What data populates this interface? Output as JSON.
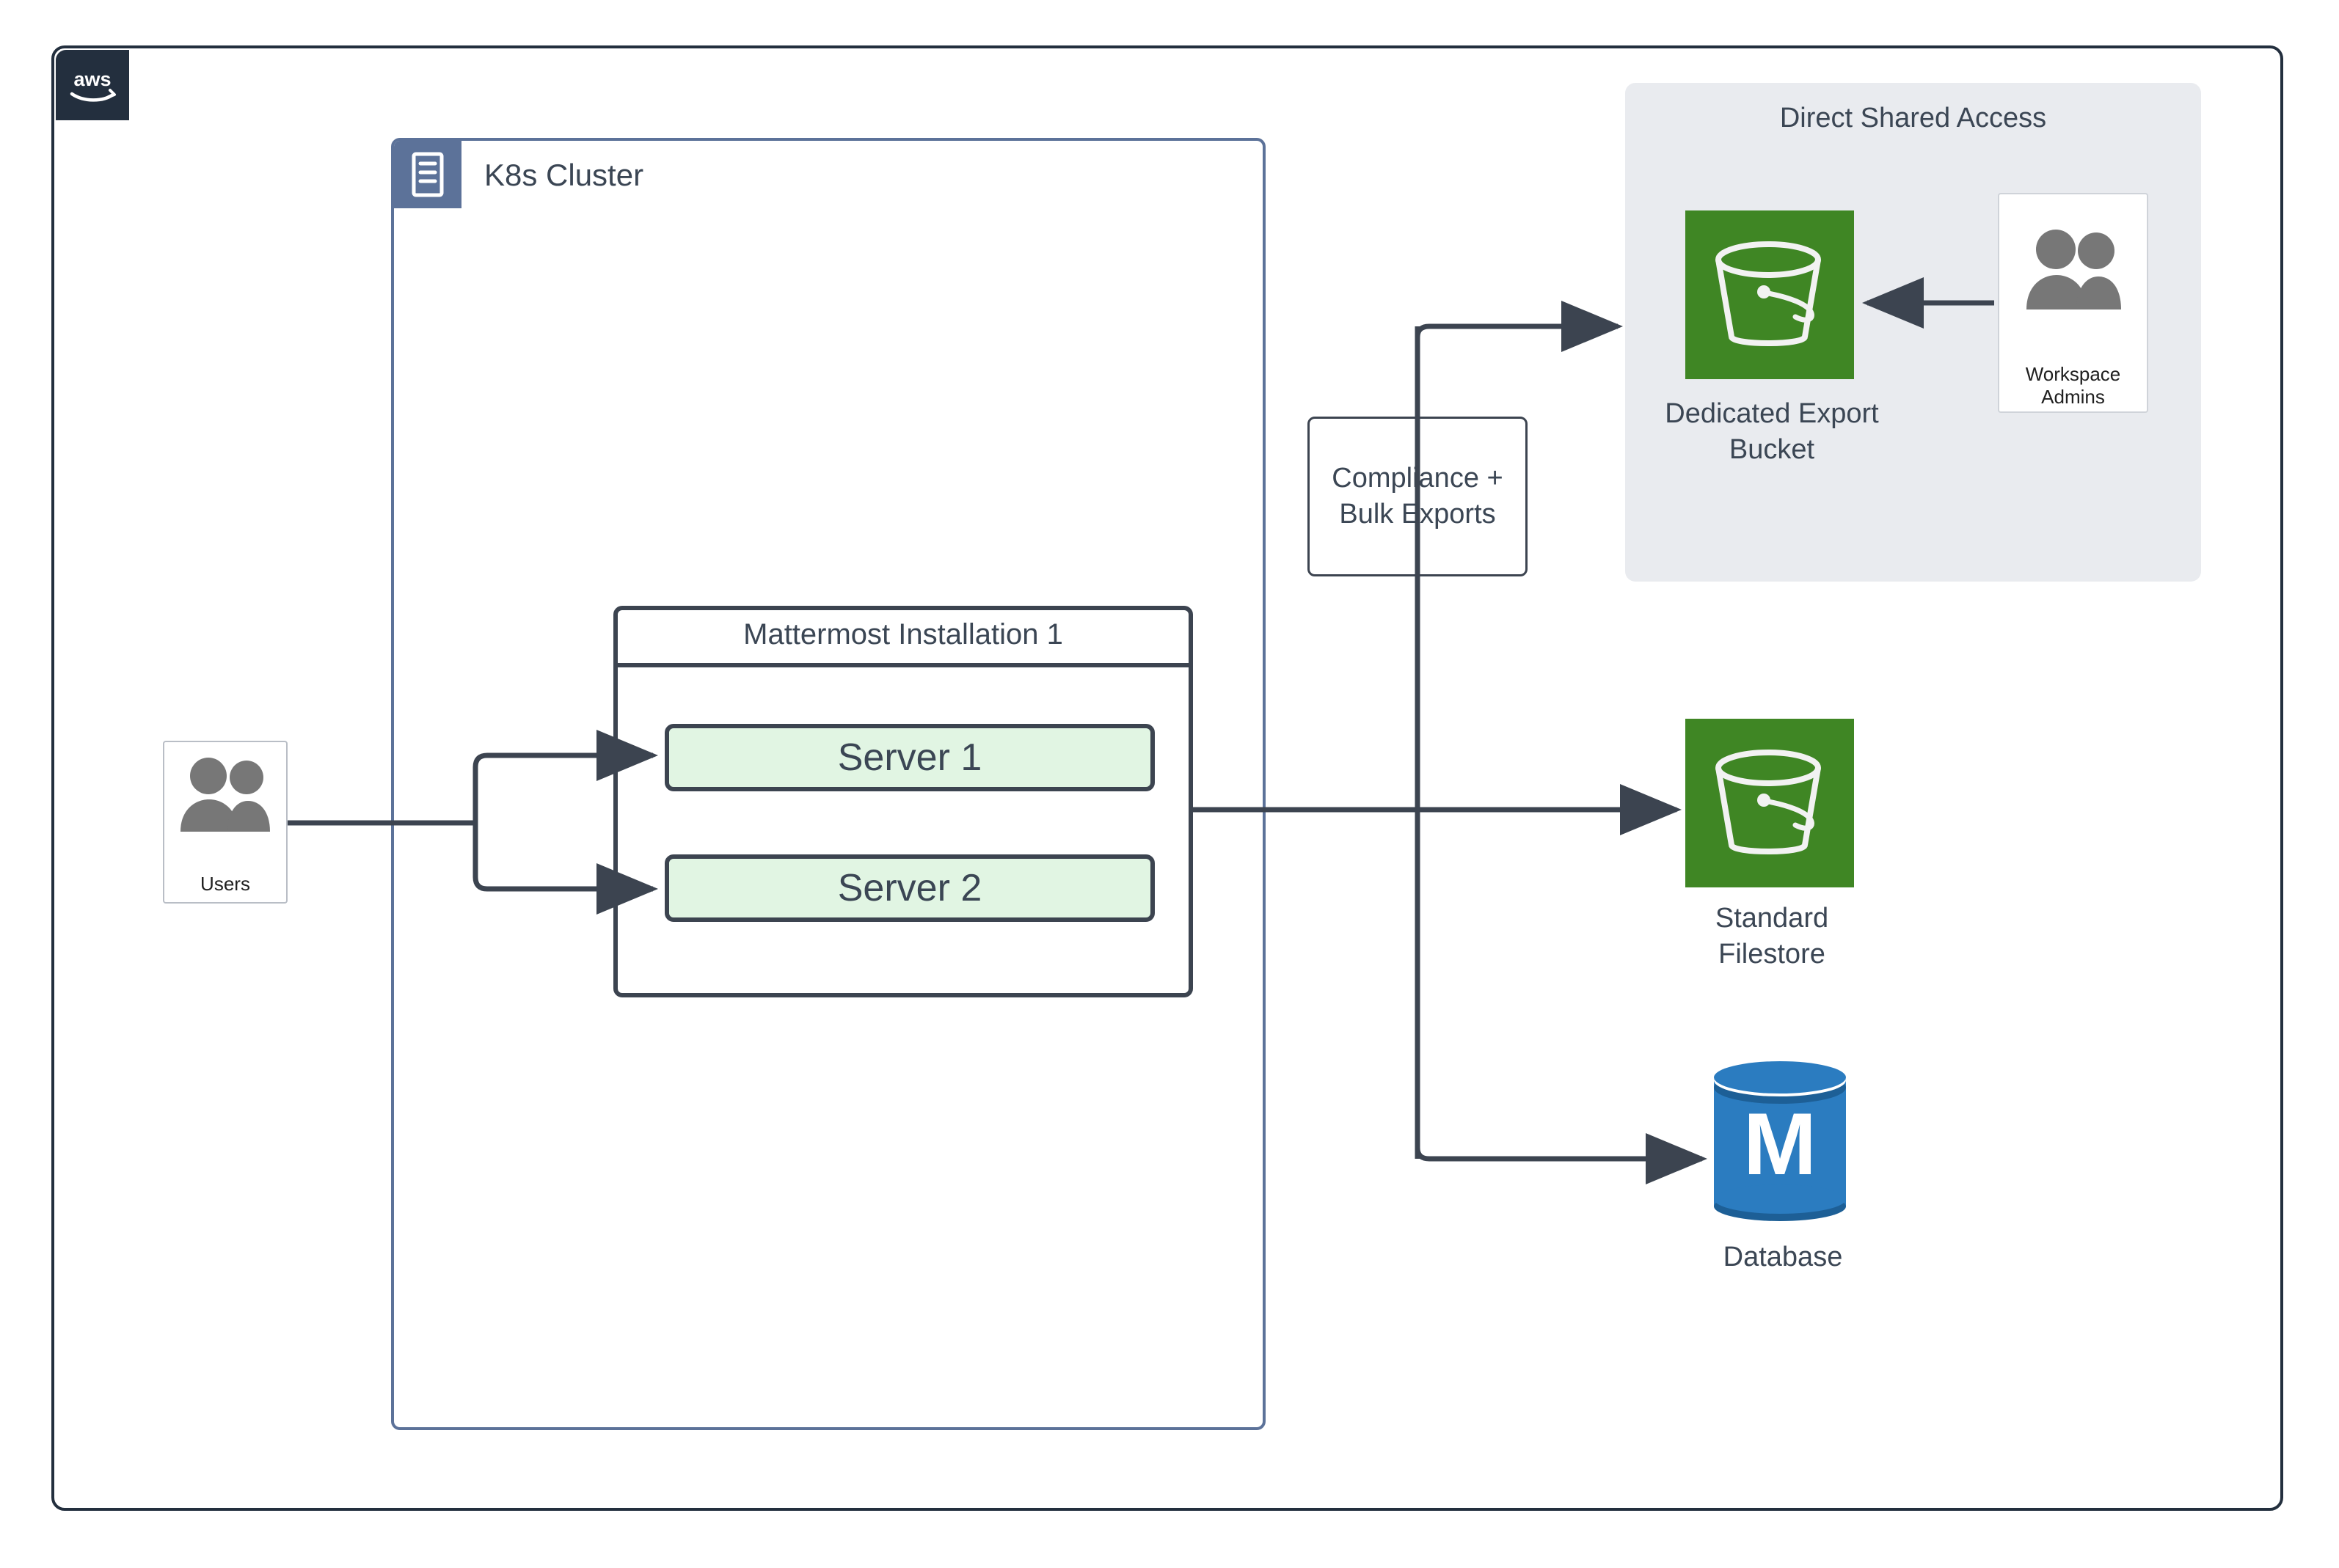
{
  "diagram": {
    "title": "AWS Mattermost deployment architecture",
    "colors": {
      "aws_frame": "#232f3e",
      "k8s_accent": "#5c7299",
      "node_stroke": "#3c4450",
      "server_fill": "#e1f5e3",
      "s3_green": "#3f8624",
      "database_blue": "#2b7cc0",
      "region_gray": "#e9ebef",
      "edge": "#3c4450",
      "person_gray": "#777777"
    }
  },
  "aws_frame": {
    "logo_alt": "aws"
  },
  "k8s_cluster": {
    "title": "K8s Cluster",
    "icon": "server-rack-icon"
  },
  "mattermost_installation": {
    "title": "Mattermost Installation 1",
    "servers": [
      {
        "label": "Server 1"
      },
      {
        "label": "Server 2"
      }
    ]
  },
  "users": {
    "label": "Users",
    "icon": "users-icon"
  },
  "compliance": {
    "line1": "Compliance +",
    "line2": "Bulk Exports"
  },
  "direct_shared_access": {
    "title": "Direct Shared Access",
    "export_bucket": {
      "caption_line1": "Dedicated Export",
      "caption_line2": "Bucket",
      "icon": "s3-bucket-icon"
    },
    "workspace_admins": {
      "label": "Workspace Admins",
      "icon": "users-icon"
    }
  },
  "standard_filestore": {
    "caption_line1": "Standard",
    "caption_line2": "Filestore",
    "icon": "s3-bucket-icon"
  },
  "database": {
    "caption": "Database",
    "icon": "mattermost-database-icon",
    "glyph": "M"
  }
}
